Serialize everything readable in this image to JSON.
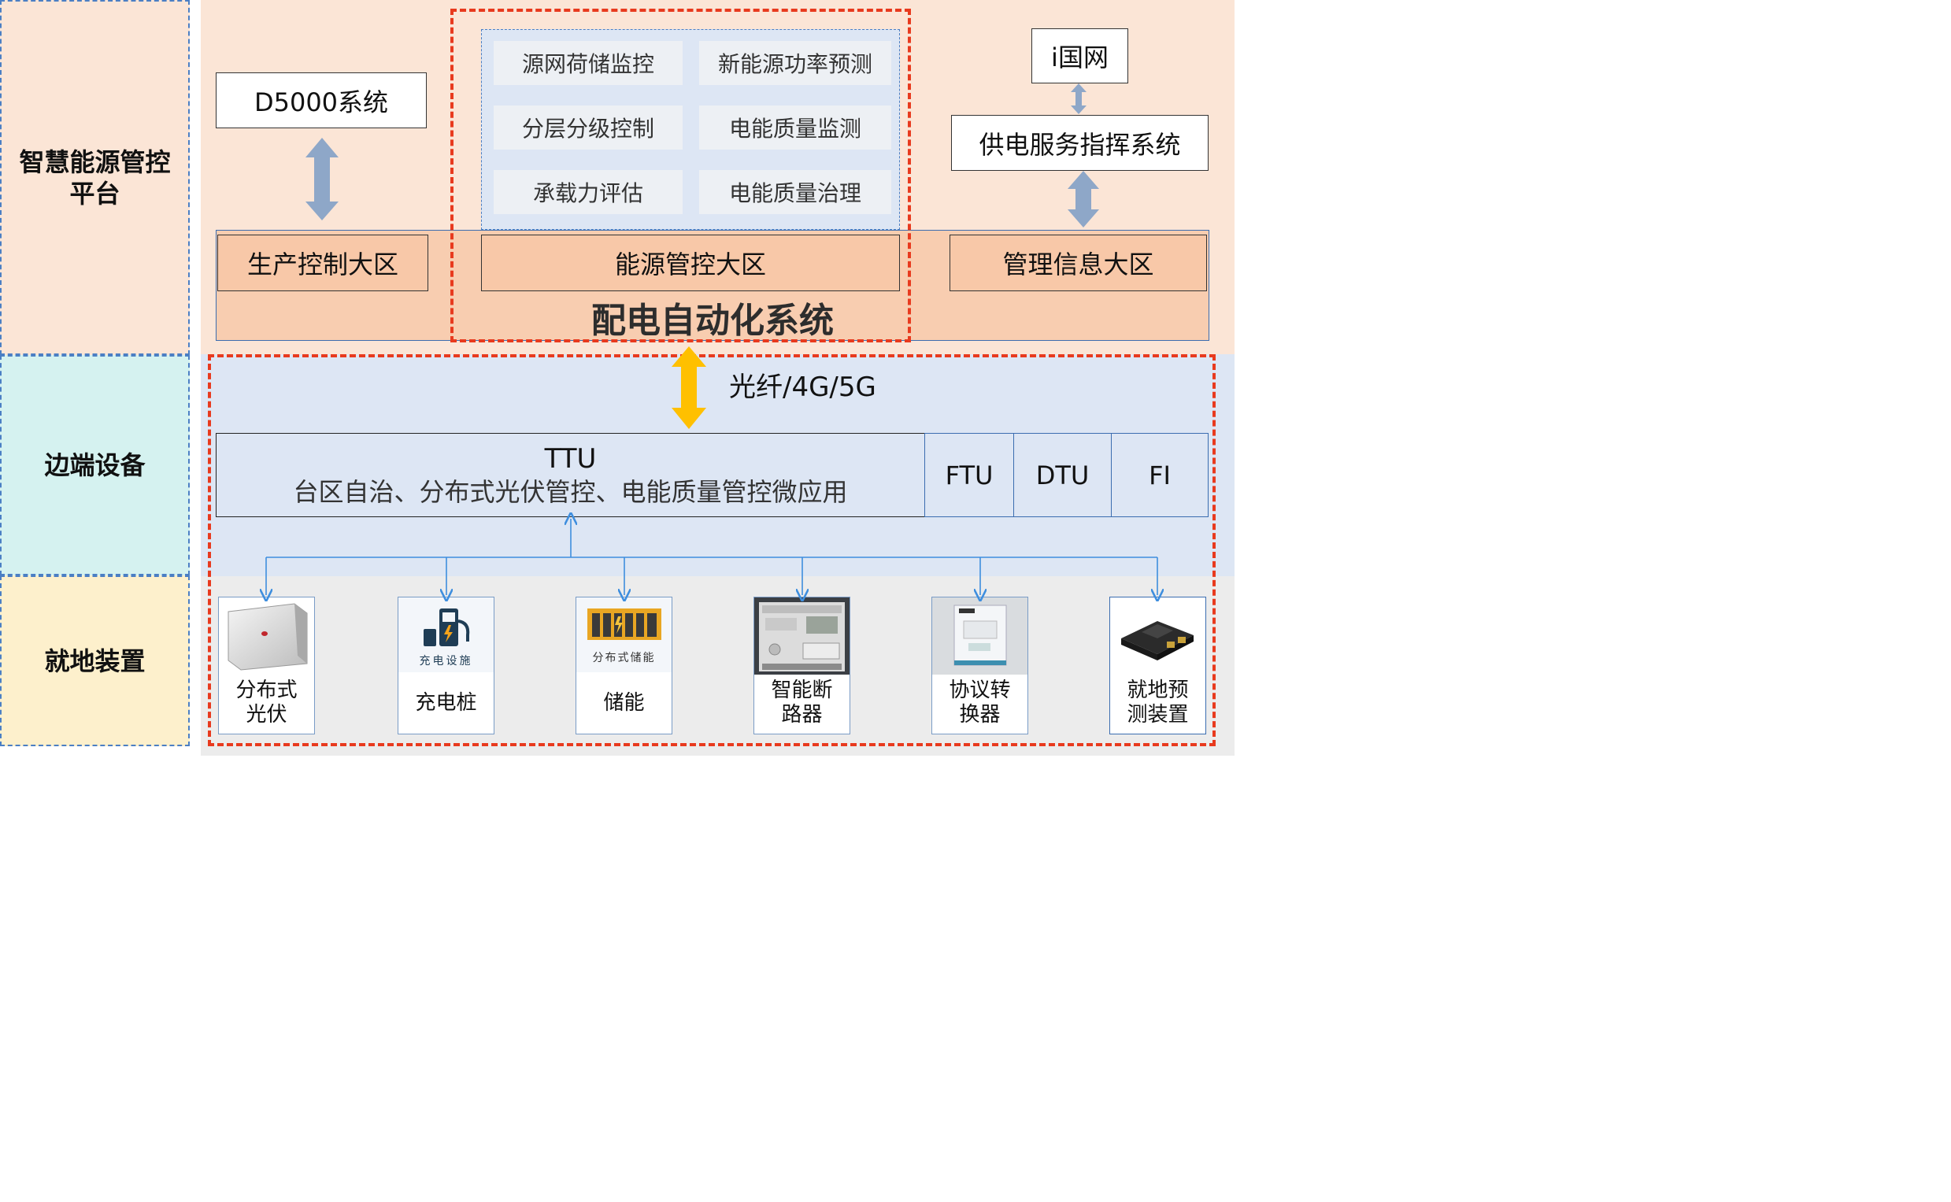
{
  "columns": [
    "智慧能源管控平台",
    "边端设备",
    "就地装置"
  ],
  "platform": {
    "d5000": "D5000系统",
    "functions": [
      "源网荷储监控",
      "新能源功率预测",
      "分层分级控制",
      "电能质量监测",
      "承载力评估",
      "电能质量治理"
    ],
    "iguowang": "i国网",
    "service_cmd": "供电服务指挥系统",
    "zones": [
      "生产控制大区",
      "能源管控大区",
      "管理信息大区"
    ],
    "system_title": "配电自动化系统"
  },
  "link_label": "光纤/4G/5G",
  "edge": {
    "ttu_title": "TTU",
    "ttu_desc": "台区自治、分布式光伏管控、电能质量管控微应用",
    "units": [
      "FTU",
      "DTU",
      "FI"
    ]
  },
  "devices": [
    {
      "label": "分布式光伏",
      "icon": "inverter-icon"
    },
    {
      "label": "充电桩",
      "icon": "charging-station-icon",
      "caption": "充电设施"
    },
    {
      "label": "储能",
      "icon": "energy-storage-icon",
      "caption": "分布式储能"
    },
    {
      "label": "智能断路器",
      "icon": "smart-breaker-icon"
    },
    {
      "label": "协议转换器",
      "icon": "protocol-converter-icon"
    },
    {
      "label": "就地预测装置",
      "icon": "forecast-device-icon"
    }
  ],
  "colors": {
    "platform_bg": "#fbe5d6",
    "zone_fill": "#f8c8a8",
    "edge_bg": "#dde6f4",
    "edge_label_bg": "#d5f2f0",
    "local_bg": "#ececec",
    "local_label_bg": "#fdf0cc",
    "red_dashed": "#e83a1e",
    "arrow_gray": "#8ea7c8",
    "arrow_yellow": "#ffc000",
    "connector_blue": "#3e8ede"
  }
}
